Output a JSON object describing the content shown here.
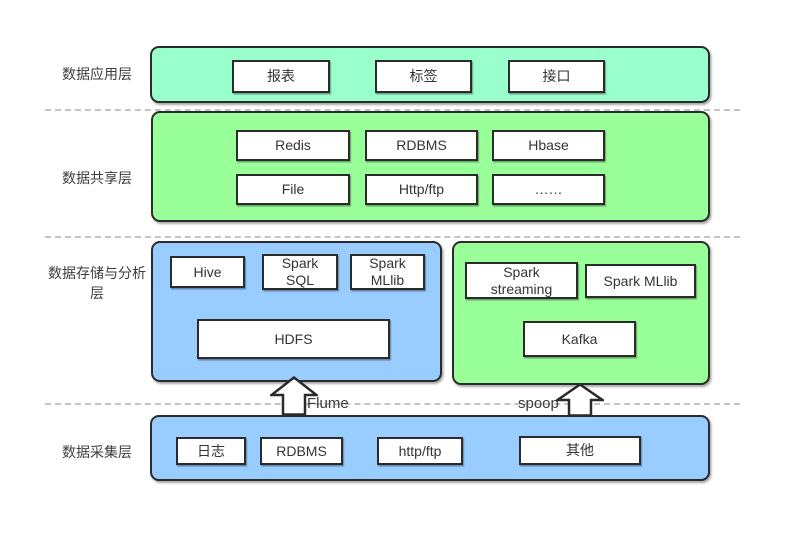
{
  "colors": {
    "application_bg": "#99ffcc",
    "sharing_bg": "#99ff99",
    "storage_hadoop_bg": "#99ccff",
    "storage_streaming_bg": "#99ff99",
    "collection_bg": "#99ccff",
    "box_border": "#2b2b2b",
    "dashed_line": "#c4c4c4",
    "text": "#3d3d3d"
  },
  "layers": {
    "application": {
      "label": "数据应用层",
      "items": [
        "报表",
        "标签",
        "接口"
      ]
    },
    "sharing": {
      "label": "数据共享层",
      "items": [
        "Redis",
        "RDBMS",
        "Hbase",
        "File",
        "Http/ftp",
        "……"
      ]
    },
    "storage": {
      "label_line1": "数据存储与分析",
      "label_line2": "层",
      "hadoop_group": {
        "items": [
          "Hive",
          "Spark\nSQL",
          "Spark\nMLlib"
        ],
        "base": "HDFS"
      },
      "streaming_group": {
        "items": [
          "Spark\nstreaming",
          "Spark MLlib"
        ],
        "base": "Kafka"
      }
    },
    "collection": {
      "label": "数据采集层",
      "items": [
        "日志",
        "RDBMS",
        "http/ftp",
        "其他"
      ]
    }
  },
  "arrows": {
    "left_label": "Flume",
    "right_label": "spoop"
  }
}
